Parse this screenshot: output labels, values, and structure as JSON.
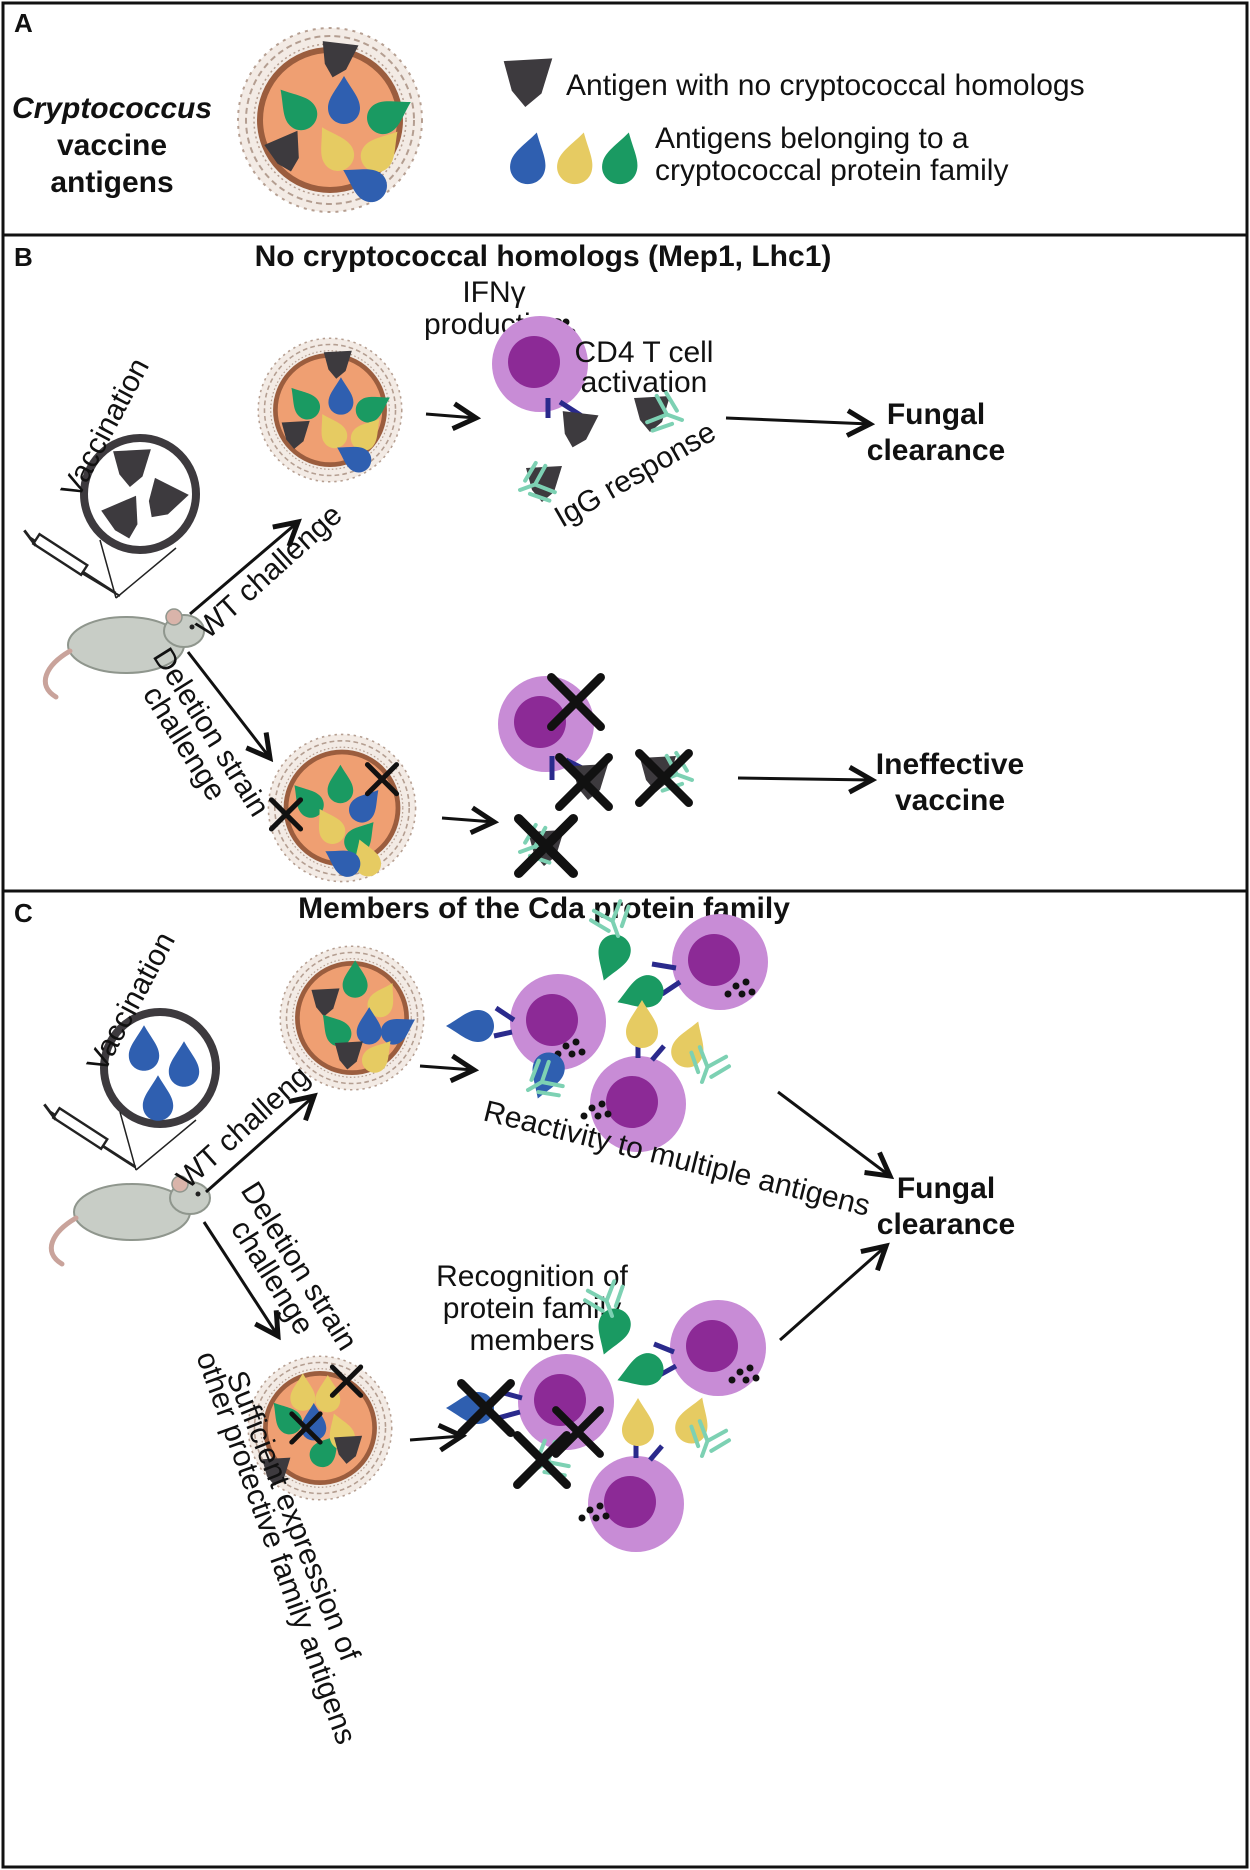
{
  "colors": {
    "cell_body": "#ef9f72",
    "cell_wall": "#9b5d3e",
    "capsule": "#8a6a58",
    "antigen_dark": "#3d3a3e",
    "antigen_blue": "#2f5fb0",
    "antigen_yellow": "#e6cb62",
    "antigen_green": "#1a9a62",
    "tcell_outer": "#c88cd6",
    "tcell_nucleus": "#8c2a96",
    "tcr": "#2a2a8c",
    "antibody": "#7dd1b3",
    "mouse": "#c8cdc6"
  },
  "panel_a": {
    "letter": "A",
    "title_line1": "Cryptococcus",
    "title_line2": "vaccine",
    "title_line3": "antigens",
    "legend": [
      {
        "icon": "dark-antigen",
        "text": "Antigen with no cryptococcal homologs"
      },
      {
        "icon": "family-antigens",
        "line1": "Antigens belonging to a",
        "line2": "cryptococcal protein family"
      }
    ]
  },
  "panel_b": {
    "letter": "B",
    "title": "No cryptococcal homologs (Mep1, Lhc1)",
    "vaccination": "Vaccination",
    "wt_challenge": "WT challenge",
    "deletion_line1": "Deletion strain",
    "deletion_line2": "challenge",
    "ifn_line1": "IFNγ",
    "ifn_line2": "production",
    "cd4_line1": "CD4 T cell",
    "cd4_line2": "activation",
    "igg": "IgG response",
    "outcome_top_line1": "Fungal",
    "outcome_top_line2": "clearance",
    "outcome_bottom_line1": "Ineffective",
    "outcome_bottom_line2": "vaccine"
  },
  "panel_c": {
    "letter": "C",
    "title": "Members of the Cda protein family",
    "vaccination": "Vaccination",
    "wt_challenge": "WT challenge",
    "deletion_line1": "Deletion strain",
    "deletion_line2": "challenge",
    "reactivity": "Reactivity to multiple antigens",
    "recognition_line1": "Recognition of",
    "recognition_line2": "protein family",
    "recognition_line3": "members",
    "sufficient_line1": "Sufficient expression of",
    "sufficient_line2": "other protective family antigens",
    "outcome_line1": "Fungal",
    "outcome_line2": "clearance"
  }
}
